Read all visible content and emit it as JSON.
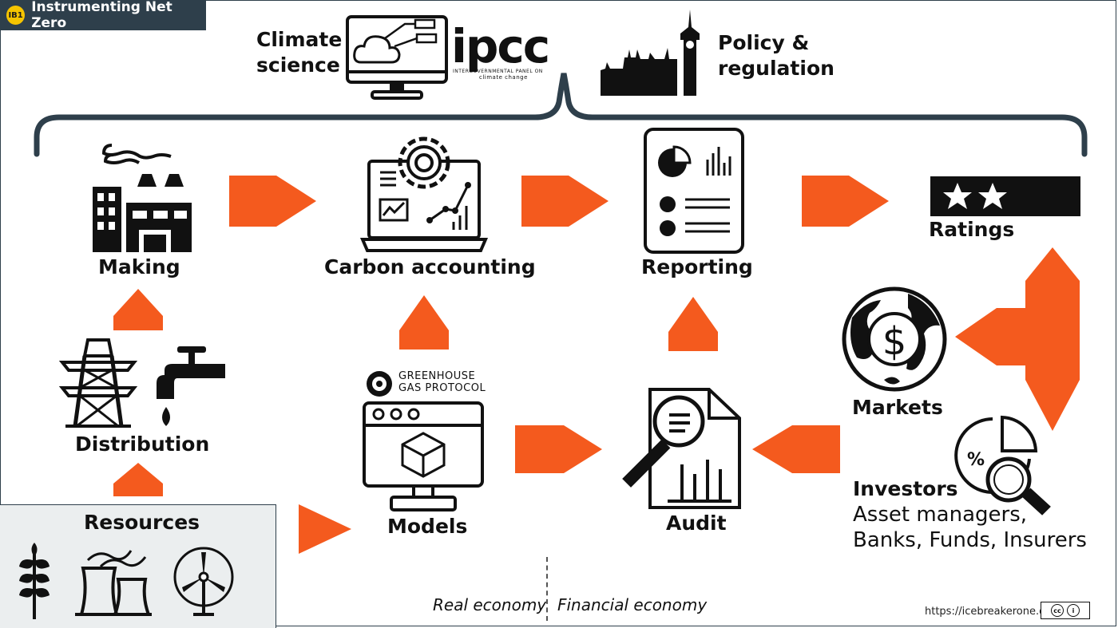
{
  "badge": {
    "logo": "IB1",
    "title": "Instrumenting Net Zero"
  },
  "top": {
    "climate_science": [
      "Climate",
      "science"
    ],
    "ipcc_logo": "ipcc",
    "ipcc_sub1": "INTERGOVERNMENTAL PANEL ON",
    "ipcc_sub2": "climate change",
    "policy": [
      "Policy &",
      "regulation"
    ]
  },
  "nodes": {
    "making": "Making",
    "carbon_accounting": "Carbon accounting",
    "reporting": "Reporting",
    "ratings": "Ratings",
    "distribution": "Distribution",
    "models": "Models",
    "audit": "Audit",
    "markets": "Markets",
    "resources": "Resources",
    "investors": "Investors",
    "investors_sub": [
      "Asset managers,",
      "Banks, Funds, Insurers"
    ]
  },
  "ghg": [
    "GREENHOUSE",
    "GAS PROTOCOL"
  ],
  "footer": {
    "real_economy": "Real economy",
    "financial_economy": "Financial economy",
    "url": "https://icebreakerone.org",
    "license": [
      "cc",
      "i"
    ]
  },
  "colors": {
    "arrow": "#f45a1e",
    "dark": "#2e3f4b",
    "resources_bg": "#ebeeef"
  },
  "icons": [
    "factory-icon",
    "laptop-gear-icon",
    "report-icon",
    "star-rating-icon",
    "pylon-icon",
    "tap-icon",
    "monitor-cube-icon",
    "audit-magnifier-icon",
    "globe-dollar-icon",
    "pie-magnifier-icon",
    "wheat-icon",
    "cooling-tower-icon",
    "wind-turbine-icon",
    "monitor-cloud-icon",
    "parliament-icon"
  ]
}
